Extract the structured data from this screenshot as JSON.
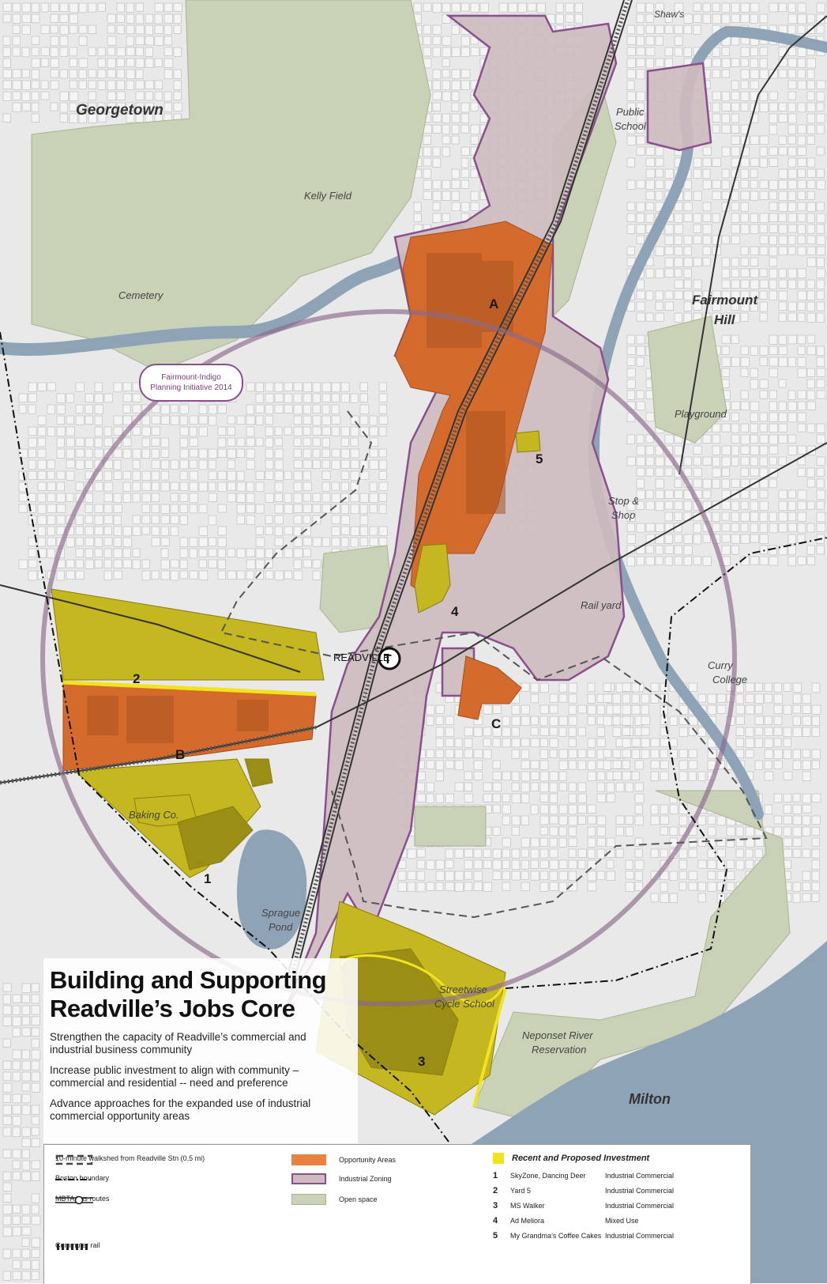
{
  "map": {
    "place_labels": {
      "georgetown": "Georgetown",
      "kelly_field": "Kelly Field",
      "cemetery": "Cemetery",
      "shaws": "Shaw's",
      "public_school": [
        "Public",
        "School"
      ],
      "fairmount_hill": [
        "Fairmount",
        "Hill"
      ],
      "playground": "Playground",
      "stop_shop": [
        "Stop &",
        "Shop"
      ],
      "rail_yard": "Rail yard",
      "curry_college": [
        "Curry",
        "College"
      ],
      "readville": "READVILLE",
      "baking_co": "Baking Co.",
      "sprague_pond": [
        "Sprague",
        "Pond"
      ],
      "streetwise": [
        "Streetwise",
        "Cycle School"
      ],
      "neponset": [
        "Neponset River",
        "Reservation"
      ],
      "milton": "Milton"
    },
    "opportunity_area_labels": [
      "A",
      "B",
      "C"
    ],
    "investment_site_labels": [
      "1",
      "2",
      "3",
      "4",
      "5"
    ],
    "callout": {
      "line1": "Fairmount-Indigo",
      "line2": "Planning Initiative 2014"
    },
    "colors": {
      "background": "#e9e9e9",
      "open_space": "#c9d2b6",
      "water": "#8fa3b7",
      "industrial_zoning": "#cdbbbf",
      "industrial_border": "#8a4f8c",
      "opportunity": "#d46b2d",
      "investment": "#c5b71f",
      "investment_dark": "#9a8e14",
      "walkshed_circle": "#8a6a8a"
    }
  },
  "title_panel": {
    "title_line1": "Building and Supporting",
    "title_line2": "Readville’s Jobs Core",
    "para1": "Strengthen the capacity of Readville’s commercial and industrial business community",
    "para2": "Increase public investment to align with community – commercial and residential -- need and preference",
    "para3": "Advance approaches for the expanded use of industrial commercial opportunity areas"
  },
  "legend": {
    "walkshed": "10-minute walkshed from Readville Stn (0.5 mi)",
    "boston_boundary": "Boston boundary",
    "bus_routes": "MBTA bus routes",
    "commuter_rail": "Commuter rail",
    "opportunity_areas": "Opportunity Areas",
    "industrial_zoning": "Industrial Zoning",
    "open_space": "Open space",
    "investment_heading": "Recent and Proposed Investment",
    "investments": [
      {
        "num": "1",
        "name": "SkyZone, Dancing Deer",
        "type": "Industrial Commercial"
      },
      {
        "num": "2",
        "name": "Yard 5",
        "type": "Industrial Commercial"
      },
      {
        "num": "3",
        "name": "MS Walker",
        "type": "Industrial Commercial"
      },
      {
        "num": "4",
        "name": "Ad Meliora",
        "type": "Mixed Use"
      },
      {
        "num": "5",
        "name": "My Grandma’s Coffee Cakes",
        "type": "Industrial Commercial"
      }
    ]
  }
}
